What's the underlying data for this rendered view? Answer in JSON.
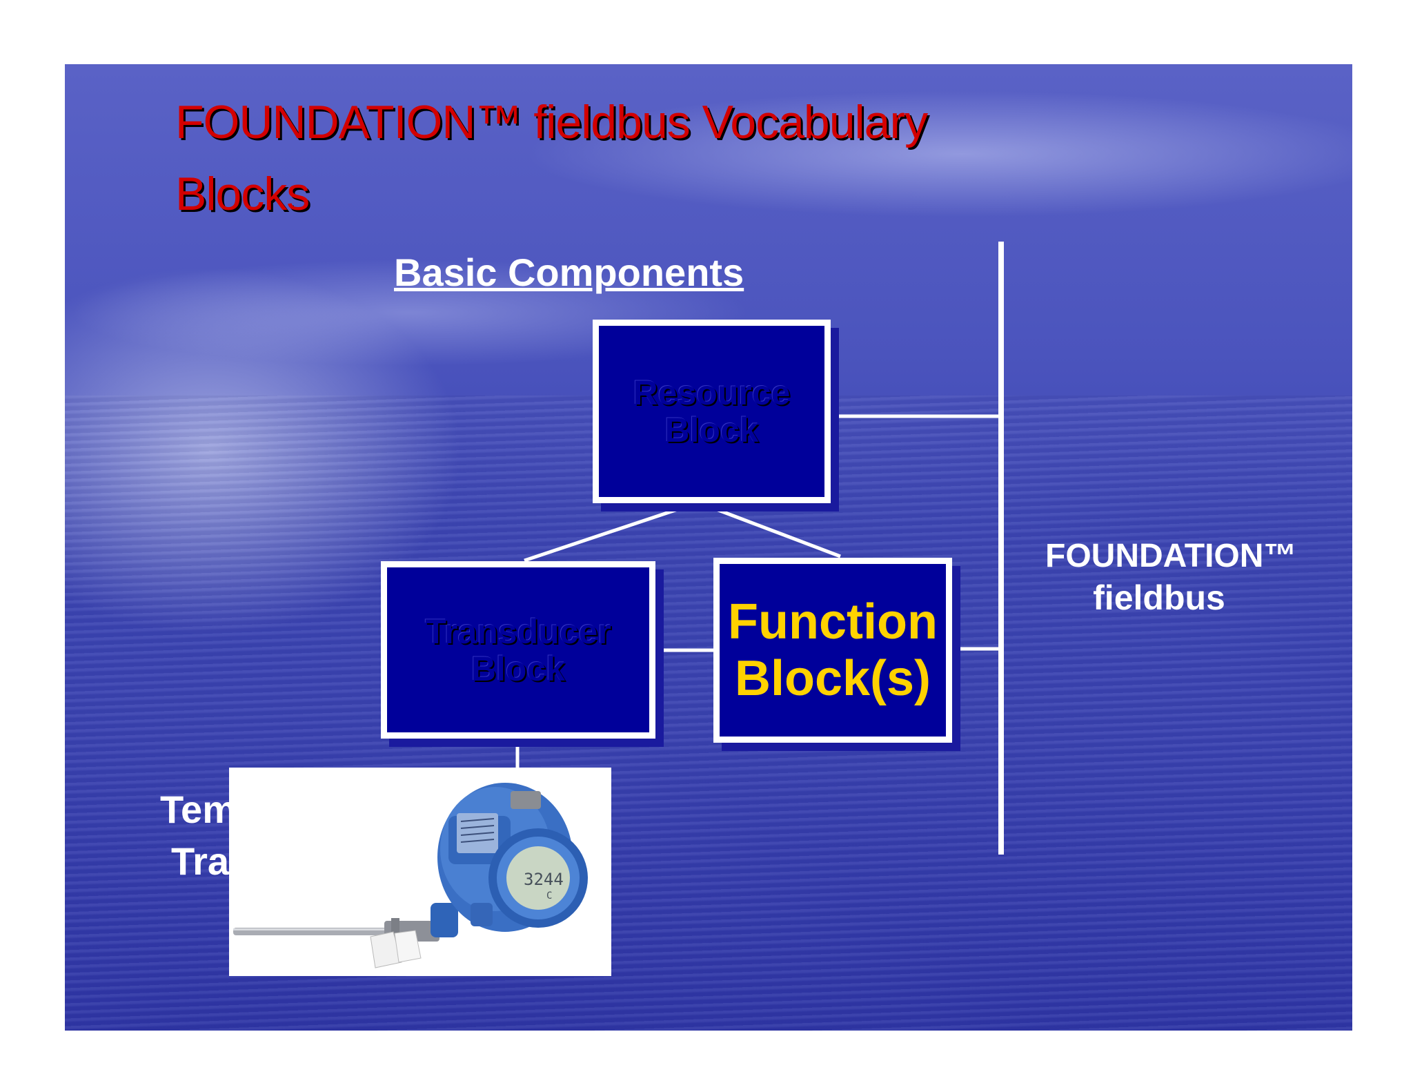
{
  "title": {
    "line1": "FOUNDATION™ fieldbus Vocabulary",
    "line2": "Blocks"
  },
  "subtitle": "Basic Components",
  "blocks": {
    "resource": {
      "line1": "Resource",
      "line2": "Block"
    },
    "transducer": {
      "line1": "Transducer",
      "line2": "Block"
    },
    "function": {
      "line1": "Function",
      "line2": "Block(s)"
    }
  },
  "bus_label": {
    "line1": "FOUNDATION™",
    "line2": "fieldbus"
  },
  "device_label": {
    "line1": "Tem",
    "line2": "Tra"
  },
  "device_display": {
    "reading": "3244",
    "unit": "C"
  },
  "colors": {
    "title": "#d30000",
    "block_fill": "#00009a",
    "function_text": "#ffd200",
    "device_housing": "#3a6fc4"
  },
  "icons": {
    "device": "temperature-transmitter-photo"
  }
}
